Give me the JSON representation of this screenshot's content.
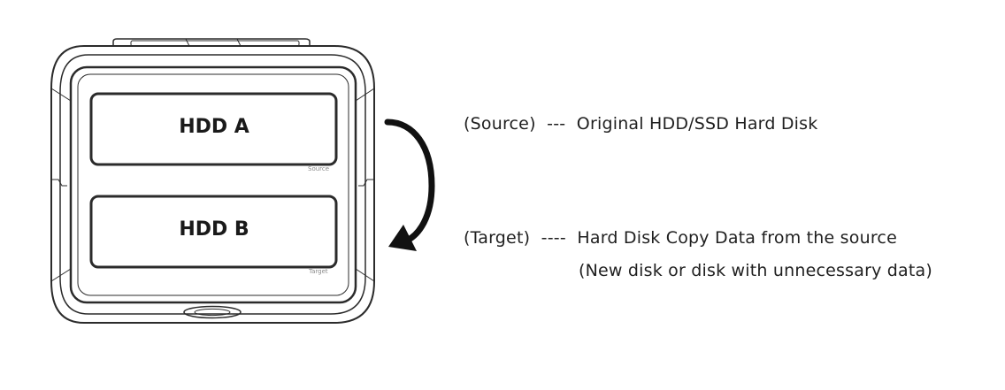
{
  "dock": {
    "bay_top_label": "HDD A",
    "bay_top_sub": "Source",
    "bay_bottom_label": "HDD B",
    "bay_bottom_sub": "Target"
  },
  "legend": {
    "source_line": "(Source)  ---  Original HDD/SSD Hard Disk",
    "target_line": "(Target)  ----  Hard Disk Copy Data from the source",
    "target_note": "(New disk or disk with unnecessary data)"
  }
}
